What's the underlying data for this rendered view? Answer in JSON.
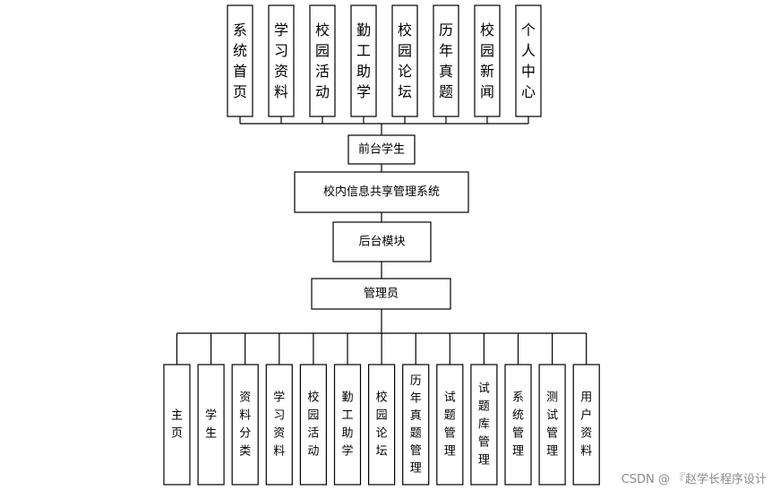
{
  "front_modules": [
    "系统首页",
    "学习资料",
    "校园活动",
    "勤工助学",
    "校园论坛",
    "历年真题",
    "校园新闻",
    "个人中心"
  ],
  "front_role": "前台学生",
  "system": "校内信息共享管理系统",
  "back_module": "后台模块",
  "back_role": "管理员",
  "back_modules": [
    "主页",
    "学生",
    "资料分类",
    "学习资料",
    "校园活动",
    "勤工助学",
    "校园论坛",
    "历年真题管理",
    "试题管理",
    "试题库管理",
    "系统管理",
    "测试管理",
    "用户资料"
  ],
  "watermark": "CSDN @ 『赵学长程序设计"
}
